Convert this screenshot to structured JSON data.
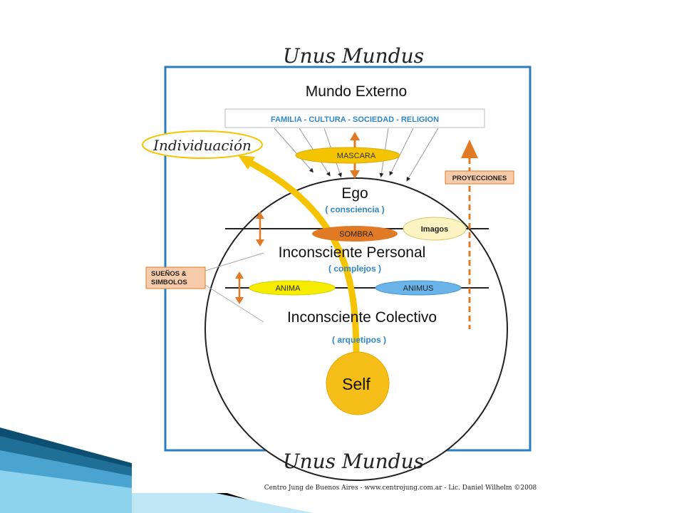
{
  "title_top": "Unus Mundus",
  "title_bottom": "Unus Mundus",
  "credit": "Centro Jung de Buenos Aires - www.centrojung.com.ar - Lic. Daniel Wilhelm ©2008",
  "mundo_externo": "Mundo Externo",
  "social_bar": "FAMILIA   -   CULTURA   -   SOCIEDAD   -   RELIGION",
  "individuacion": "Individuación",
  "mascara": "MASCARA",
  "proyecciones": "PROYECCIONES",
  "ego": "Ego",
  "consciencia": "( consciencia )",
  "sombra": "SOMBRA",
  "imagos": "Imagos",
  "inconsciente_personal": "Inconsciente Personal",
  "complejos": "( complejos )",
  "suenos_line1": "SUEÑOS &",
  "suenos_line2": "SIMBOLOS",
  "anima": "ANIMA",
  "animus": "ANIMUS",
  "inconsciente_colectivo": "Inconsciente Colectivo",
  "arquetipos": "( arquetipos )",
  "self": "Self",
  "colors": {
    "frame_blue": "#2a7ec0",
    "label_blue": "#2f86c8",
    "orange": "#e07a25",
    "yellow": "#f5c400",
    "sun": "#f6be18",
    "animus": "#6ab4ea",
    "tag_fill": "#f6cba9",
    "deco_dark": "#0d4f73",
    "deco_light": "#8ed3ee"
  },
  "icons": [
    "double-arrow-icon",
    "projection-arrow-icon",
    "individuation-arrow-icon",
    "influence-arrow-icon"
  ]
}
